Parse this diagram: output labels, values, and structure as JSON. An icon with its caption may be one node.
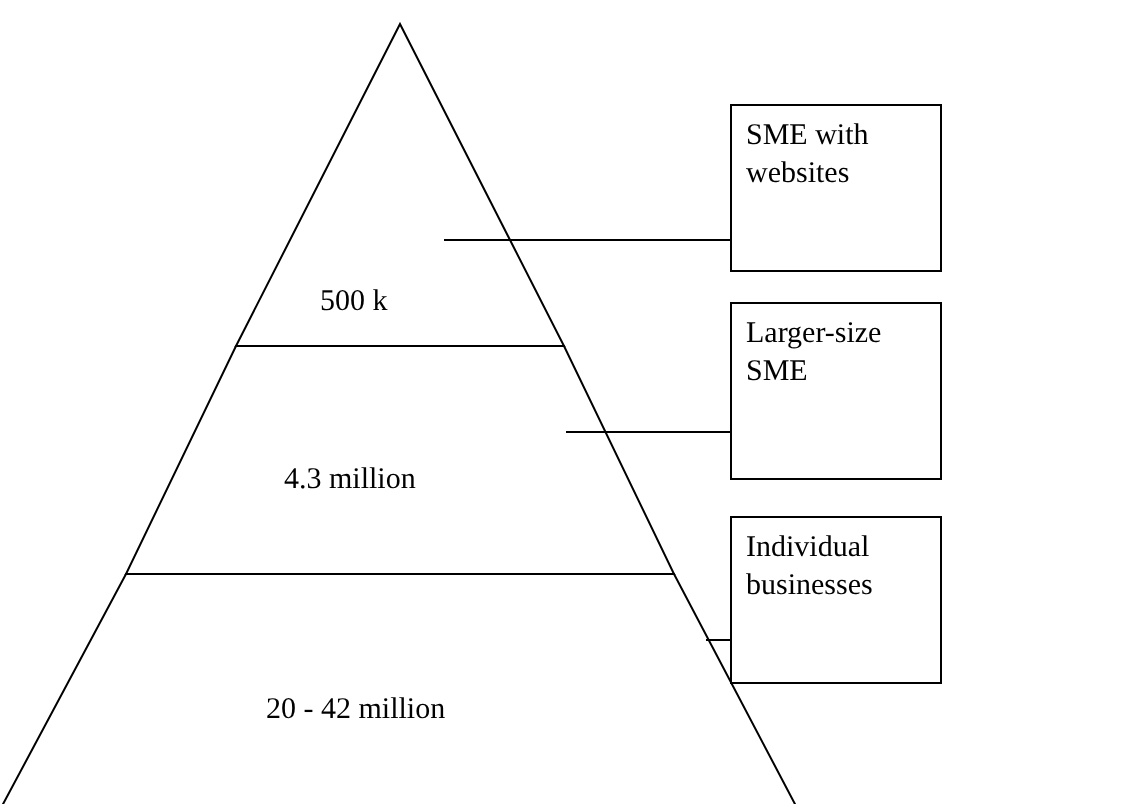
{
  "diagram": {
    "nodes": [
      {
        "text": [
          "500 k"
        ]
      },
      {
        "text": [
          "4.3 million"
        ]
      },
      {
        "text": [
          "20 - 42 million"
        ]
      },
      {
        "text": [
          "SME with websites"
        ]
      },
      {
        "text": [
          "Larger-size SME"
        ]
      },
      {
        "text": [
          "Individual businesses"
        ]
      }
    ],
    "edges": [
      {
        "from": 0,
        "to": 3,
        "arrow": "none"
      },
      {
        "from": 1,
        "to": 4,
        "arrow": "none"
      },
      {
        "from": 2,
        "to": 5,
        "arrow": "none"
      }
    ]
  }
}
